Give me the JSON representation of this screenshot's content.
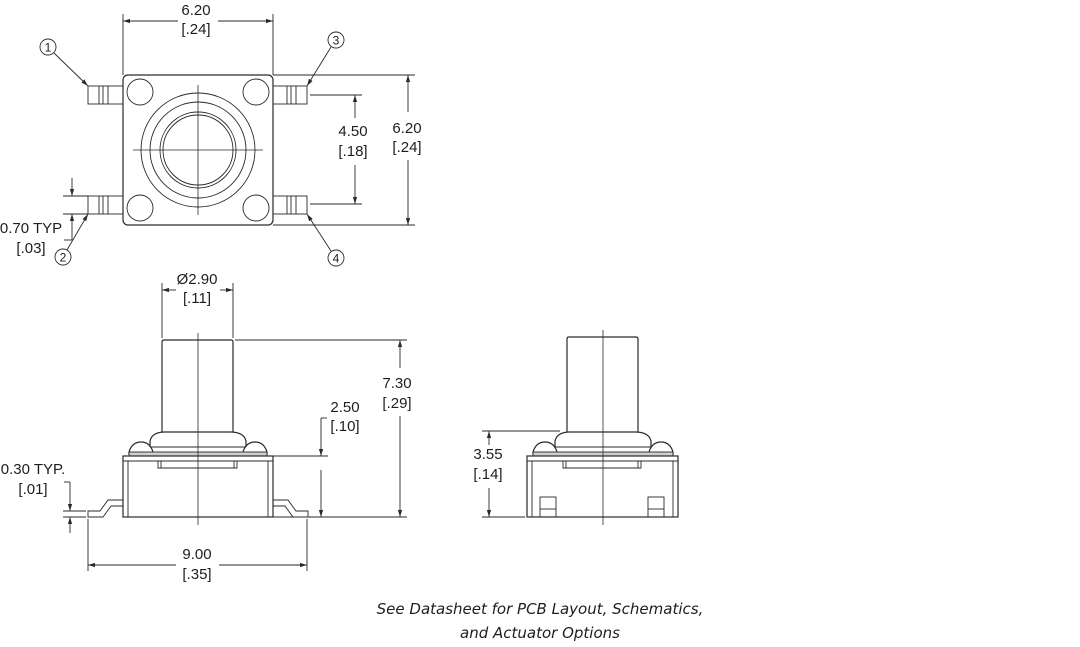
{
  "drawing": {
    "top_view": {
      "width_dim": {
        "value": "6.20",
        "inch": "[.24]"
      },
      "height_dim": {
        "value": "6.20",
        "inch": "[.24]"
      },
      "pin_pitch_dim": {
        "value": "4.50",
        "inch": "[.18]"
      },
      "pin_width_dim": {
        "value": "0.70 TYP",
        "inch": "[.03]"
      },
      "pins": [
        "1",
        "2",
        "3",
        "4"
      ]
    },
    "side_view": {
      "stem_dia_dim": {
        "value": "Ø2.90",
        "inch": "[.11]"
      },
      "total_height_dim": {
        "value": "7.30",
        "inch": "[.29]"
      },
      "body_height_dim": {
        "value": "2.50",
        "inch": "[.10]"
      },
      "lead_thickness_dim": {
        "value": "0.30 TYP.",
        "inch": "[.01]"
      },
      "overall_width_dim": {
        "value": "9.00",
        "inch": "[.35]"
      }
    },
    "end_view": {
      "collar_height_dim": {
        "value": "3.55",
        "inch": "[.14]"
      }
    },
    "note_line1": "See Datasheet for PCB Layout, Schematics,",
    "note_line2": "and Actuator Options"
  },
  "colors": {
    "line": "#2a2a2a",
    "text": "#1e1e1e",
    "background": "#ffffff"
  }
}
